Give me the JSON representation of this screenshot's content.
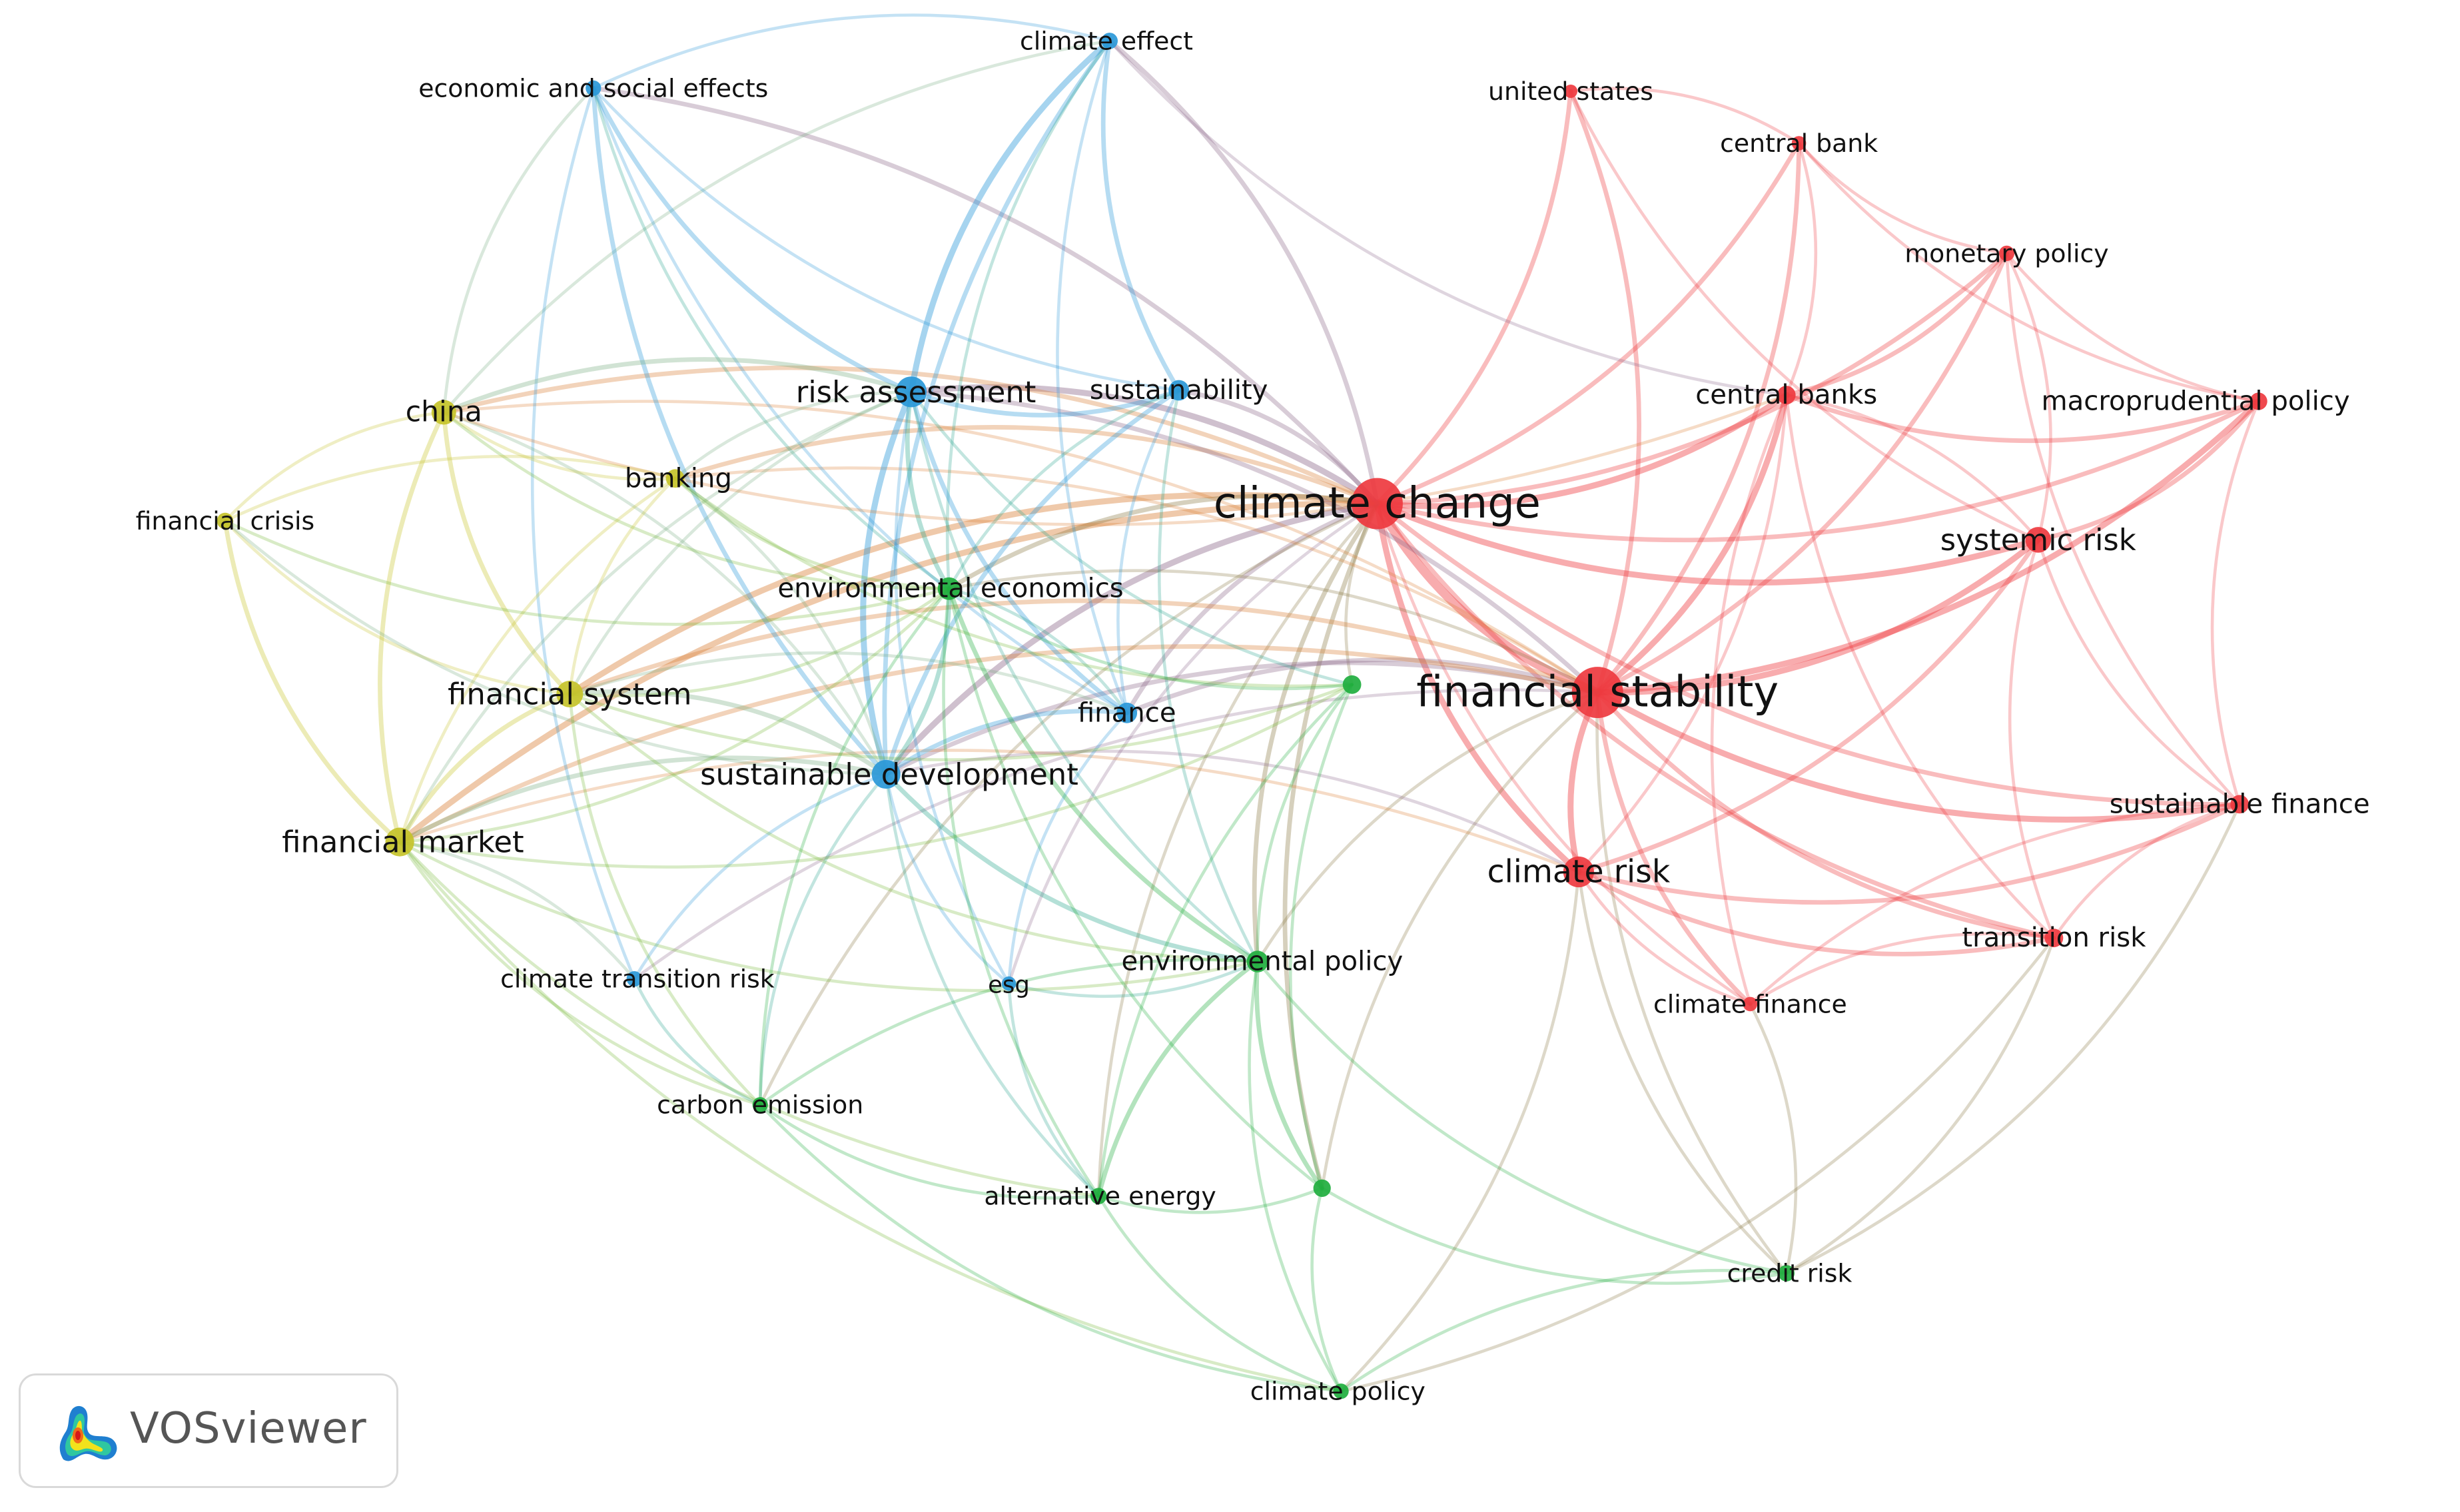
{
  "clusters": {
    "red": "#ee3a3f",
    "green": "#1fae3e",
    "blue": "#2a98d8",
    "yellow": "#c6c32a"
  },
  "logo": {
    "text": "VOSviewer",
    "icon": "vosviewer-logo-icon"
  },
  "nodes": [
    {
      "id": "climate-change",
      "label": "climate change",
      "cluster": "red",
      "size": 5
    },
    {
      "id": "financial-stability",
      "label": "financial stability",
      "cluster": "red",
      "size": 5
    },
    {
      "id": "climate-risk",
      "label": "climate risk",
      "cluster": "red",
      "size": 3
    },
    {
      "id": "systemic-risk",
      "label": "systemic risk",
      "cluster": "red",
      "size": 2.5
    },
    {
      "id": "central-banks",
      "label": "central banks",
      "cluster": "red",
      "size": 1.8
    },
    {
      "id": "central-bank",
      "label": "central bank",
      "cluster": "red",
      "size": 1.4
    },
    {
      "id": "united-states",
      "label": "united states",
      "cluster": "red",
      "size": 1.3
    },
    {
      "id": "monetary-policy",
      "label": "monetary policy",
      "cluster": "red",
      "size": 1.5
    },
    {
      "id": "macroprudential-policy",
      "label": "macroprudential policy",
      "cluster": "red",
      "size": 1.7
    },
    {
      "id": "sustainable-finance",
      "label": "sustainable finance",
      "cluster": "red",
      "size": 1.8
    },
    {
      "id": "transition-risk",
      "label": "transition risk",
      "cluster": "red",
      "size": 1.8
    },
    {
      "id": "climate-finance",
      "label": "climate finance",
      "cluster": "red",
      "size": 1.4
    },
    {
      "id": "climate-effect",
      "label": "climate effect",
      "cluster": "blue",
      "size": 1.6
    },
    {
      "id": "economic-and-social-effects",
      "label": "economic and social effects",
      "cluster": "blue",
      "size": 1.5
    },
    {
      "id": "risk-assessment",
      "label": "risk assessment",
      "cluster": "blue",
      "size": 3
    },
    {
      "id": "sustainability",
      "label": "sustainability",
      "cluster": "blue",
      "size": 2
    },
    {
      "id": "finance",
      "label": "finance",
      "cluster": "blue",
      "size": 2
    },
    {
      "id": "sustainable-development",
      "label": "sustainable development",
      "cluster": "blue",
      "size": 2.8
    },
    {
      "id": "climate-transition-risk",
      "label": "climate transition risk",
      "cluster": "blue",
      "size": 1.5
    },
    {
      "id": "esg",
      "label": "esg",
      "cluster": "blue",
      "size": 1.4
    },
    {
      "id": "china",
      "label": "china",
      "cluster": "yellow",
      "size": 2.4
    },
    {
      "id": "banking",
      "label": "banking",
      "cluster": "yellow",
      "size": 1.8
    },
    {
      "id": "financial-crisis",
      "label": "financial crisis",
      "cluster": "yellow",
      "size": 1.6
    },
    {
      "id": "financial-system",
      "label": "financial system",
      "cluster": "yellow",
      "size": 2.6
    },
    {
      "id": "financial-market",
      "label": "financial market",
      "cluster": "yellow",
      "size": 2.8
    },
    {
      "id": "environmental-economics",
      "label": "environmental economics",
      "cluster": "green",
      "size": 2.2
    },
    {
      "id": "green-unlabeled-1",
      "label": "",
      "cluster": "green",
      "size": 1.8
    },
    {
      "id": "environmental-policy",
      "label": "environmental policy",
      "cluster": "green",
      "size": 2.1
    },
    {
      "id": "carbon-emission",
      "label": "carbon emission",
      "cluster": "green",
      "size": 1.5
    },
    {
      "id": "alternative-energy",
      "label": "alternative energy",
      "cluster": "green",
      "size": 1.6
    },
    {
      "id": "green-unlabeled-2",
      "label": "",
      "cluster": "green",
      "size": 1.7
    },
    {
      "id": "credit-risk",
      "label": "credit risk",
      "cluster": "green",
      "size": 1.6
    },
    {
      "id": "climate-policy",
      "label": "climate policy",
      "cluster": "green",
      "size": 1.5
    }
  ],
  "edges": [
    [
      "climate-change",
      "financial-stability",
      5
    ],
    [
      "climate-change",
      "climate-risk",
      3
    ],
    [
      "climate-change",
      "systemic-risk",
      3
    ],
    [
      "climate-change",
      "central-banks",
      3
    ],
    [
      "climate-change",
      "central-bank",
      2
    ],
    [
      "climate-change",
      "united-states",
      2
    ],
    [
      "climate-change",
      "monetary-policy",
      2
    ],
    [
      "climate-change",
      "macroprudential-policy",
      2
    ],
    [
      "climate-change",
      "sustainable-finance",
      2
    ],
    [
      "climate-change",
      "transition-risk",
      2
    ],
    [
      "climate-change",
      "climate-finance",
      1
    ],
    [
      "climate-change",
      "risk-assessment",
      3
    ],
    [
      "climate-change",
      "sustainability",
      2
    ],
    [
      "climate-change",
      "finance",
      2
    ],
    [
      "climate-change",
      "sustainable-development",
      3
    ],
    [
      "climate-change",
      "china",
      2
    ],
    [
      "climate-change",
      "banking",
      2
    ],
    [
      "climate-change",
      "financial-system",
      3
    ],
    [
      "climate-change",
      "financial-market",
      3
    ],
    [
      "climate-change",
      "environmental-economics",
      2
    ],
    [
      "climate-change",
      "green-unlabeled-1",
      1
    ],
    [
      "climate-change",
      "environmental-policy",
      2
    ],
    [
      "climate-change",
      "alternative-energy",
      1
    ],
    [
      "climate-change",
      "green-unlabeled-2",
      2
    ],
    [
      "climate-change",
      "climate-effect",
      2
    ],
    [
      "climate-change",
      "economic-and-social-effects",
      2
    ],
    [
      "climate-change",
      "carbon-emission",
      1
    ],
    [
      "climate-change",
      "esg",
      1
    ],
    [
      "financial-stability",
      "climate-risk",
      3
    ],
    [
      "financial-stability",
      "systemic-risk",
      3
    ],
    [
      "financial-stability",
      "central-banks",
      3
    ],
    [
      "financial-stability",
      "central-bank",
      2
    ],
    [
      "financial-stability",
      "united-states",
      2
    ],
    [
      "financial-stability",
      "monetary-policy",
      2
    ],
    [
      "financial-stability",
      "macroprudential-policy",
      3
    ],
    [
      "financial-stability",
      "sustainable-finance",
      3
    ],
    [
      "financial-stability",
      "transition-risk",
      2
    ],
    [
      "financial-stability",
      "climate-finance",
      2
    ],
    [
      "financial-stability",
      "risk-assessment",
      2
    ],
    [
      "financial-stability",
      "sustainable-development",
      2
    ],
    [
      "financial-stability",
      "finance",
      2
    ],
    [
      "financial-stability",
      "financial-system",
      2
    ],
    [
      "financial-stability",
      "financial-market",
      2
    ],
    [
      "financial-stability",
      "china",
      1
    ],
    [
      "financial-stability",
      "banking",
      1
    ],
    [
      "financial-stability",
      "credit-risk",
      1
    ],
    [
      "financial-stability",
      "environmental-policy",
      1
    ],
    [
      "financial-stability",
      "green-unlabeled-2",
      1
    ],
    [
      "financial-stability",
      "environmental-economics",
      1
    ],
    [
      "financial-stability",
      "climate-transition-risk",
      1
    ],
    [
      "climate-risk",
      "transition-risk",
      2
    ],
    [
      "climate-risk",
      "sustainable-finance",
      2
    ],
    [
      "climate-risk",
      "climate-finance",
      1
    ],
    [
      "climate-risk",
      "systemic-risk",
      2
    ],
    [
      "climate-risk",
      "central-banks",
      1
    ],
    [
      "climate-risk",
      "credit-risk",
      1
    ],
    [
      "climate-risk",
      "financial-market",
      1
    ],
    [
      "climate-risk",
      "sustainable-development",
      1
    ],
    [
      "systemic-risk",
      "macroprudential-policy",
      2
    ],
    [
      "systemic-risk",
      "central-banks",
      1
    ],
    [
      "systemic-risk",
      "monetary-policy",
      1
    ],
    [
      "systemic-risk",
      "transition-risk",
      1
    ],
    [
      "systemic-risk",
      "sustainable-finance",
      1
    ],
    [
      "central-banks",
      "monetary-policy",
      2
    ],
    [
      "central-banks",
      "macroprudential-policy",
      2
    ],
    [
      "central-banks",
      "central-bank",
      1
    ],
    [
      "central-banks",
      "transition-risk",
      1
    ],
    [
      "central-banks",
      "climate-finance",
      1
    ],
    [
      "central-bank",
      "monetary-policy",
      1
    ],
    [
      "central-bank",
      "united-states",
      1
    ],
    [
      "central-bank",
      "macroprudential-policy",
      1
    ],
    [
      "monetary-policy",
      "macroprudential-policy",
      1
    ],
    [
      "monetary-policy",
      "sustainable-finance",
      1
    ],
    [
      "macroprudential-policy",
      "sustainable-finance",
      1
    ],
    [
      "sustainable-finance",
      "transition-risk",
      1
    ],
    [
      "sustainable-finance",
      "climate-finance",
      1
    ],
    [
      "transition-risk",
      "climate-finance",
      1
    ],
    [
      "united-states",
      "systemic-risk",
      1
    ],
    [
      "climate-effect",
      "risk-assessment",
      3
    ],
    [
      "climate-effect",
      "sustainability",
      2
    ],
    [
      "climate-effect",
      "sustainable-development",
      2
    ],
    [
      "climate-effect",
      "finance",
      1
    ],
    [
      "climate-effect",
      "economic-and-social-effects",
      1
    ],
    [
      "climate-effect",
      "environmental-economics",
      1
    ],
    [
      "climate-effect",
      "china",
      1
    ],
    [
      "climate-effect",
      "central-banks",
      1
    ],
    [
      "economic-and-social-effects",
      "risk-assessment",
      2
    ],
    [
      "economic-and-social-effects",
      "sustainable-development",
      2
    ],
    [
      "economic-and-social-effects",
      "sustainability",
      1
    ],
    [
      "economic-and-social-effects",
      "finance",
      1
    ],
    [
      "economic-and-social-effects",
      "china",
      1
    ],
    [
      "economic-and-social-effects",
      "environmental-economics",
      1
    ],
    [
      "economic-and-social-effects",
      "climate-transition-risk",
      1
    ],
    [
      "risk-assessment",
      "sustainable-development",
      3
    ],
    [
      "risk-assessment",
      "sustainability",
      2
    ],
    [
      "risk-assessment",
      "finance",
      2
    ],
    [
      "risk-assessment",
      "environmental-economics",
      2
    ],
    [
      "risk-assessment",
      "china",
      2
    ],
    [
      "risk-assessment",
      "banking",
      1
    ],
    [
      "risk-assessment",
      "financial-system",
      1
    ],
    [
      "risk-assessment",
      "financial-market",
      1
    ],
    [
      "risk-assessment",
      "environmental-policy",
      1
    ],
    [
      "risk-assessment",
      "esg",
      1
    ],
    [
      "risk-assessment",
      "green-unlabeled-1",
      1
    ],
    [
      "sustainability",
      "sustainable-development",
      2
    ],
    [
      "sustainability",
      "finance",
      1
    ],
    [
      "sustainability",
      "environmental-economics",
      1
    ],
    [
      "sustainability",
      "environmental-policy",
      1
    ],
    [
      "finance",
      "sustainable-development",
      2
    ],
    [
      "finance",
      "environmental-economics",
      1
    ],
    [
      "finance",
      "financial-system",
      1
    ],
    [
      "finance",
      "esg",
      1
    ],
    [
      "sustainable-development",
      "environmental-economics",
      2
    ],
    [
      "sustainable-development",
      "financial-system",
      2
    ],
    [
      "sustainable-development",
      "financial-market",
      2
    ],
    [
      "sustainable-development",
      "china",
      1
    ],
    [
      "sustainable-development",
      "banking",
      1
    ],
    [
      "sustainable-development",
      "environmental-policy",
      2
    ],
    [
      "sustainable-development",
      "carbon-emission",
      1
    ],
    [
      "sustainable-development",
      "esg",
      1
    ],
    [
      "sustainable-development",
      "climate-transition-risk",
      1
    ],
    [
      "sustainable-development",
      "alternative-energy",
      1
    ],
    [
      "climate-transition-risk",
      "financial-market",
      1
    ],
    [
      "climate-transition-risk",
      "carbon-emission",
      1
    ],
    [
      "esg",
      "environmental-policy",
      1
    ],
    [
      "esg",
      "alternative-energy",
      1
    ],
    [
      "china",
      "financial-crisis",
      1
    ],
    [
      "china",
      "banking",
      1
    ],
    [
      "china",
      "financial-system",
      2
    ],
    [
      "china",
      "financial-market",
      2
    ],
    [
      "china",
      "environmental-economics",
      1
    ],
    [
      "china",
      "central-banks",
      1
    ],
    [
      "banking",
      "financial-system",
      1
    ],
    [
      "banking",
      "financial-market",
      1
    ],
    [
      "banking",
      "financial-crisis",
      1
    ],
    [
      "banking",
      "environmental-economics",
      1
    ],
    [
      "banking",
      "green-unlabeled-1",
      1
    ],
    [
      "financial-crisis",
      "financial-system",
      1
    ],
    [
      "financial-crisis",
      "financial-market",
      2
    ],
    [
      "financial-crisis",
      "environmental-economics",
      1
    ],
    [
      "financial-crisis",
      "sustainable-development",
      1
    ],
    [
      "financial-system",
      "financial-market",
      2
    ],
    [
      "financial-system",
      "environmental-economics",
      1
    ],
    [
      "financial-system",
      "environmental-policy",
      1
    ],
    [
      "financial-system",
      "carbon-emission",
      1
    ],
    [
      "financial-system",
      "green-unlabeled-1",
      1
    ],
    [
      "financial-market",
      "environmental-economics",
      1
    ],
    [
      "financial-market",
      "environmental-policy",
      1
    ],
    [
      "financial-market",
      "carbon-emission",
      1
    ],
    [
      "financial-market",
      "climate-policy",
      1
    ],
    [
      "financial-market",
      "alternative-energy",
      1
    ],
    [
      "financial-market",
      "green-unlabeled-1",
      1
    ],
    [
      "environmental-economics",
      "environmental-policy",
      2
    ],
    [
      "environmental-economics",
      "green-unlabeled-1",
      1
    ],
    [
      "environmental-economics",
      "carbon-emission",
      1
    ],
    [
      "environmental-economics",
      "alternative-energy",
      1
    ],
    [
      "environmental-economics",
      "green-unlabeled-2",
      1
    ],
    [
      "green-unlabeled-1",
      "environmental-policy",
      1
    ],
    [
      "green-unlabeled-1",
      "alternative-energy",
      1
    ],
    [
      "green-unlabeled-1",
      "green-unlabeled-2",
      1
    ],
    [
      "environmental-policy",
      "alternative-energy",
      2
    ],
    [
      "environmental-policy",
      "green-unlabeled-2",
      2
    ],
    [
      "environmental-policy",
      "carbon-emission",
      1
    ],
    [
      "environmental-policy",
      "climate-policy",
      1
    ],
    [
      "environmental-policy",
      "credit-risk",
      1
    ],
    [
      "carbon-emission",
      "alternative-energy",
      1
    ],
    [
      "carbon-emission",
      "climate-policy",
      1
    ],
    [
      "alternative-energy",
      "climate-policy",
      1
    ],
    [
      "alternative-energy",
      "green-unlabeled-2",
      1
    ],
    [
      "green-unlabeled-2",
      "climate-policy",
      1
    ],
    [
      "green-unlabeled-2",
      "credit-risk",
      1
    ],
    [
      "credit-risk",
      "climate-policy",
      1
    ],
    [
      "credit-risk",
      "transition-risk",
      1
    ],
    [
      "credit-risk",
      "sustainable-finance",
      1
    ],
    [
      "credit-risk",
      "climate-finance",
      1
    ],
    [
      "climate-policy",
      "climate-risk",
      1
    ],
    [
      "climate-policy",
      "transition-risk",
      1
    ]
  ]
}
